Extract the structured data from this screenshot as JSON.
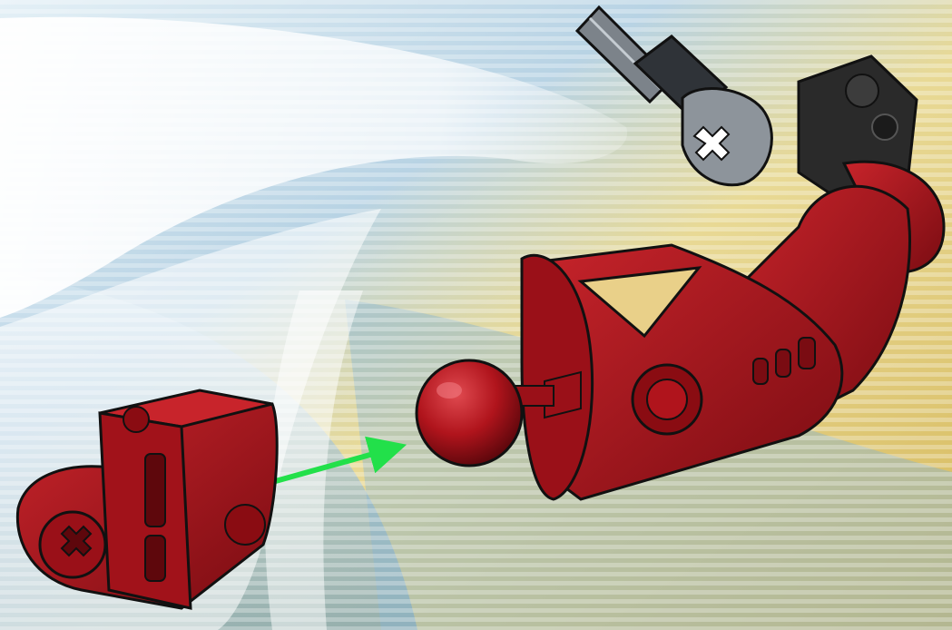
{
  "image": {
    "kind": "building-instruction-step",
    "background_style": "horizontal-stripes",
    "colors": {
      "stripe_gold": "#d9c47a",
      "stripe_gold_light": "#f3e6b1",
      "stripe_blue": "#6e9fc4",
      "stripe_blue_light": "#d7e8f2",
      "swoosh_white": "#ffffff",
      "part_red": "#b0141c",
      "part_red_dark": "#6e0a10",
      "part_red_highlight": "#d8333a",
      "part_black": "#2a2a2a",
      "part_gray": "#8d949b",
      "arrow_green": "#22e04a",
      "outline": "#111111"
    }
  },
  "parts": {
    "connector": {
      "name": "red-cross-axle-connector",
      "color": "red"
    },
    "limb": {
      "name": "red-ball-joint-limb",
      "color": "red"
    },
    "ball": {
      "name": "red-ball-joint",
      "color": "red"
    },
    "axle_connector": {
      "name": "gray-axle-connector",
      "color": "gray"
    },
    "clip": {
      "name": "black-cross-connector",
      "color": "black"
    }
  },
  "assembly": {
    "arrow": {
      "name": "assembly-arrow",
      "color": "green",
      "direction": "toward-ball-joint"
    }
  }
}
